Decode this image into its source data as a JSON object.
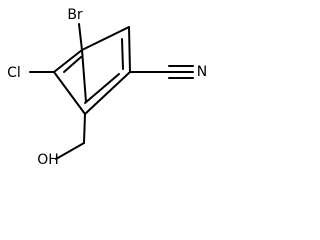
{
  "molecule": {
    "atoms": {
      "bromine": "Br",
      "chlorine": "Cl",
      "nitrogen": "N",
      "hydroxyl": "OH"
    }
  },
  "colors": {
    "background": "#ffffff",
    "bond": "#000000",
    "text": "#000000"
  }
}
